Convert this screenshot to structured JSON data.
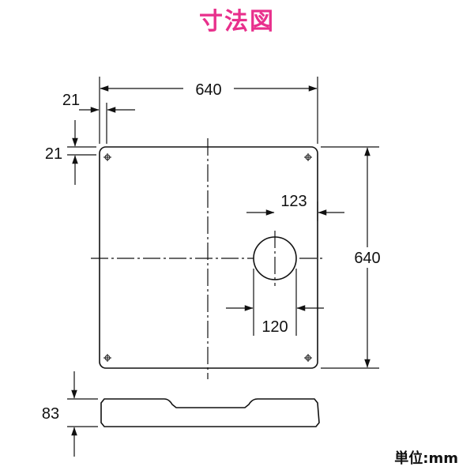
{
  "title": "寸法図",
  "unit_label": "単位:mm",
  "dimensions": {
    "top_width": "640",
    "right_height": "640",
    "left_offset": "21",
    "top_offset": "21",
    "hole_offset": "123",
    "hole_diameter": "120",
    "side_height": "83"
  }
}
